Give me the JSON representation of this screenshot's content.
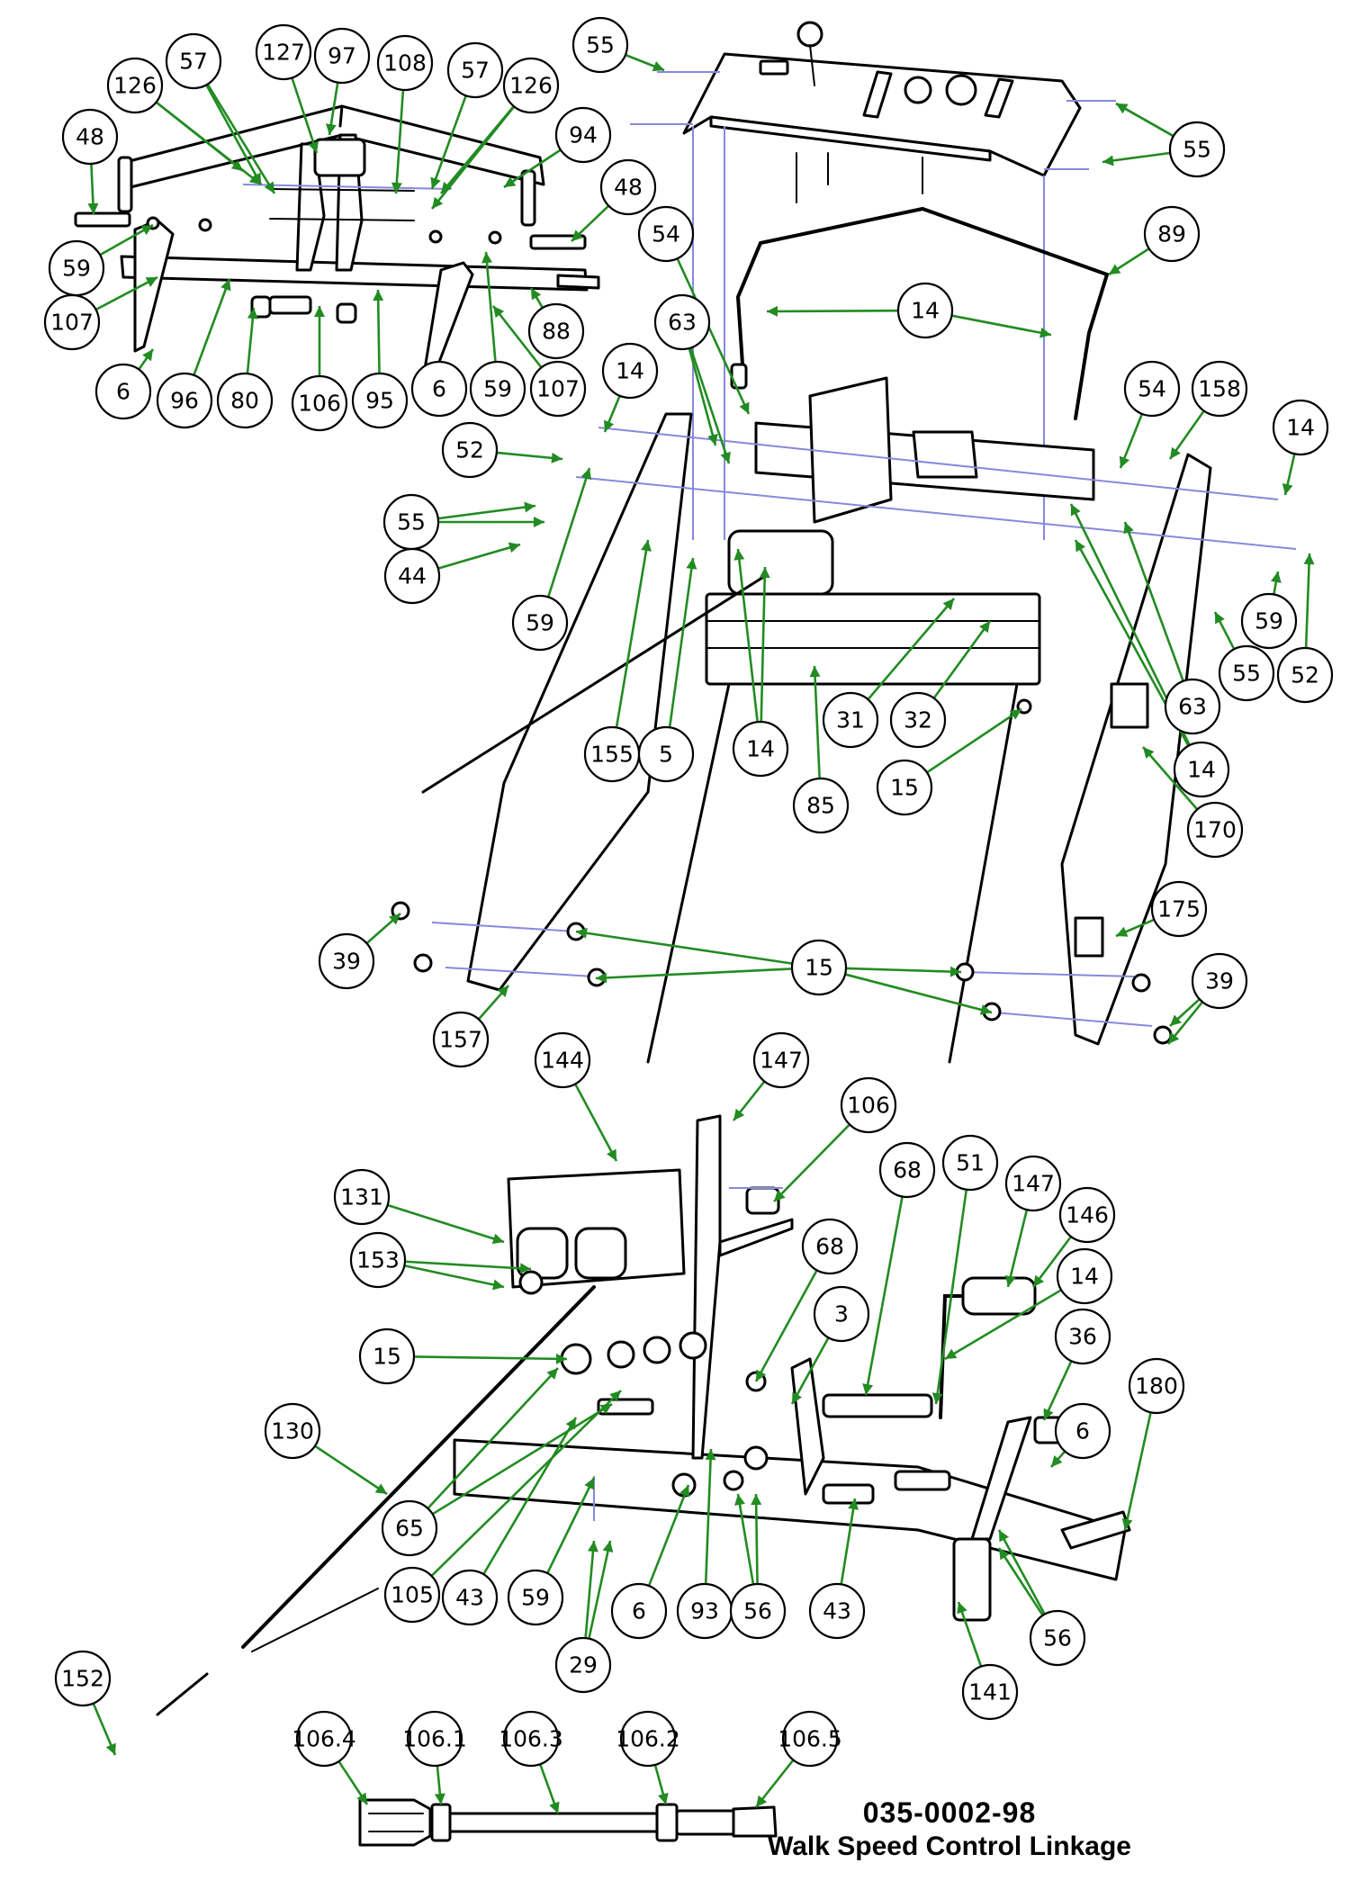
{
  "title": {
    "drawing_number": "035-0002-98",
    "drawing_name": "Walk Speed Control Linkage"
  },
  "callouts": [
    "48",
    "126",
    "57",
    "127",
    "97",
    "108",
    "57",
    "126",
    "94",
    "48",
    "59",
    "107",
    "6",
    "96",
    "80",
    "106",
    "95",
    "6",
    "59",
    "107",
    "88",
    "55",
    "55",
    "55",
    "54",
    "89",
    "14",
    "63",
    "14",
    "52",
    "55",
    "44",
    "59",
    "155",
    "5",
    "14",
    "54",
    "158",
    "14",
    "59",
    "52",
    "55",
    "63",
    "14",
    "170",
    "31",
    "32",
    "15",
    "85",
    "39",
    "15",
    "157",
    "175",
    "39",
    "144",
    "147",
    "106",
    "131",
    "153",
    "15",
    "68",
    "51",
    "147",
    "146",
    "14",
    "68",
    "3",
    "36",
    "180",
    "6",
    "130",
    "65",
    "105",
    "43",
    "59",
    "6",
    "93",
    "56",
    "43",
    "56",
    "29",
    "141",
    "152",
    "106.4",
    "106.1",
    "106.3",
    "106.2",
    "106.5"
  ],
  "colors": {
    "leader": "#228b22",
    "assembly_line": "#8888dd",
    "outline": "#000000"
  }
}
